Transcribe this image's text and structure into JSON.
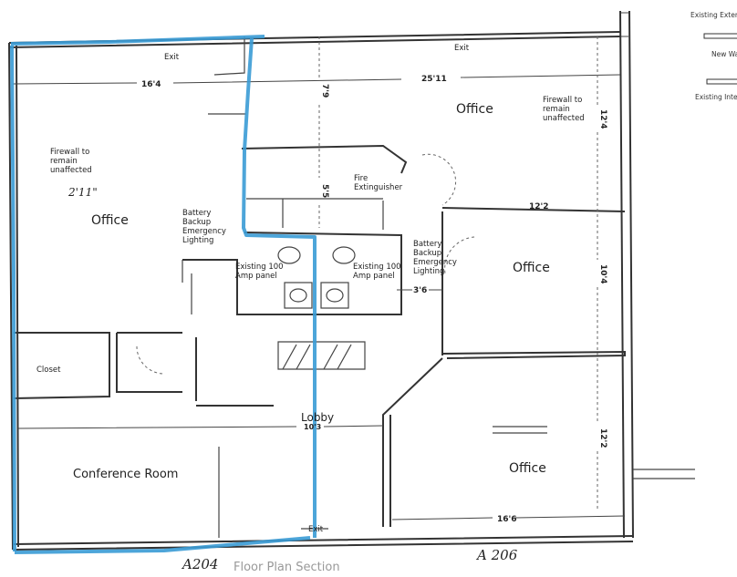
{
  "plan": {
    "rooms": {
      "office_top_right": "Office",
      "office_left": "Office",
      "office_mid_right": "Office",
      "office_bottom_right": "Office",
      "closet": "Closet",
      "lobby": "Lobby",
      "conference_room": "Conference Room"
    },
    "exits": [
      "Exit",
      "Exit",
      "Exit"
    ],
    "dimensions": {
      "top_left": "16'4",
      "top_right": "25'11",
      "corridor_top": "7'9",
      "corridor_mid": "5'5",
      "right_top": "12'4",
      "office_mid_width": "12'2",
      "right_mid": "10'4",
      "panel_gap": "3'6",
      "lobby": "10'3",
      "right_bottom": "12'2",
      "bottom_right": "16'6"
    },
    "notes": {
      "firewall_right": [
        "Firewall to",
        "remain",
        "unaffected"
      ],
      "firewall_left": [
        "Firewall to",
        "remain",
        "unaffected"
      ],
      "battery_left": [
        "Battery",
        "Backup",
        "Emergency",
        "Lighting"
      ],
      "battery_right": [
        "Battery",
        "Backup",
        "Emergency",
        "Lighting"
      ],
      "fire_extinguisher": [
        "Fire",
        "Extinguisher"
      ],
      "panel_left": [
        "Existing 100",
        "Amp panel"
      ],
      "panel_right": [
        "Existing 100",
        "Amp panel"
      ]
    },
    "handwritten": {
      "height_note": "2'11\"",
      "unit_left": "A204",
      "unit_right": "A 206"
    },
    "caption_faded": "Floor Plan Section"
  },
  "legend": {
    "existing_exterior": "Existing Exter",
    "new_wall": "New Wal",
    "existing_interior": "Existing Inter"
  },
  "colors": {
    "markup_blue": "#3a9bd5",
    "linework": "#333333"
  }
}
